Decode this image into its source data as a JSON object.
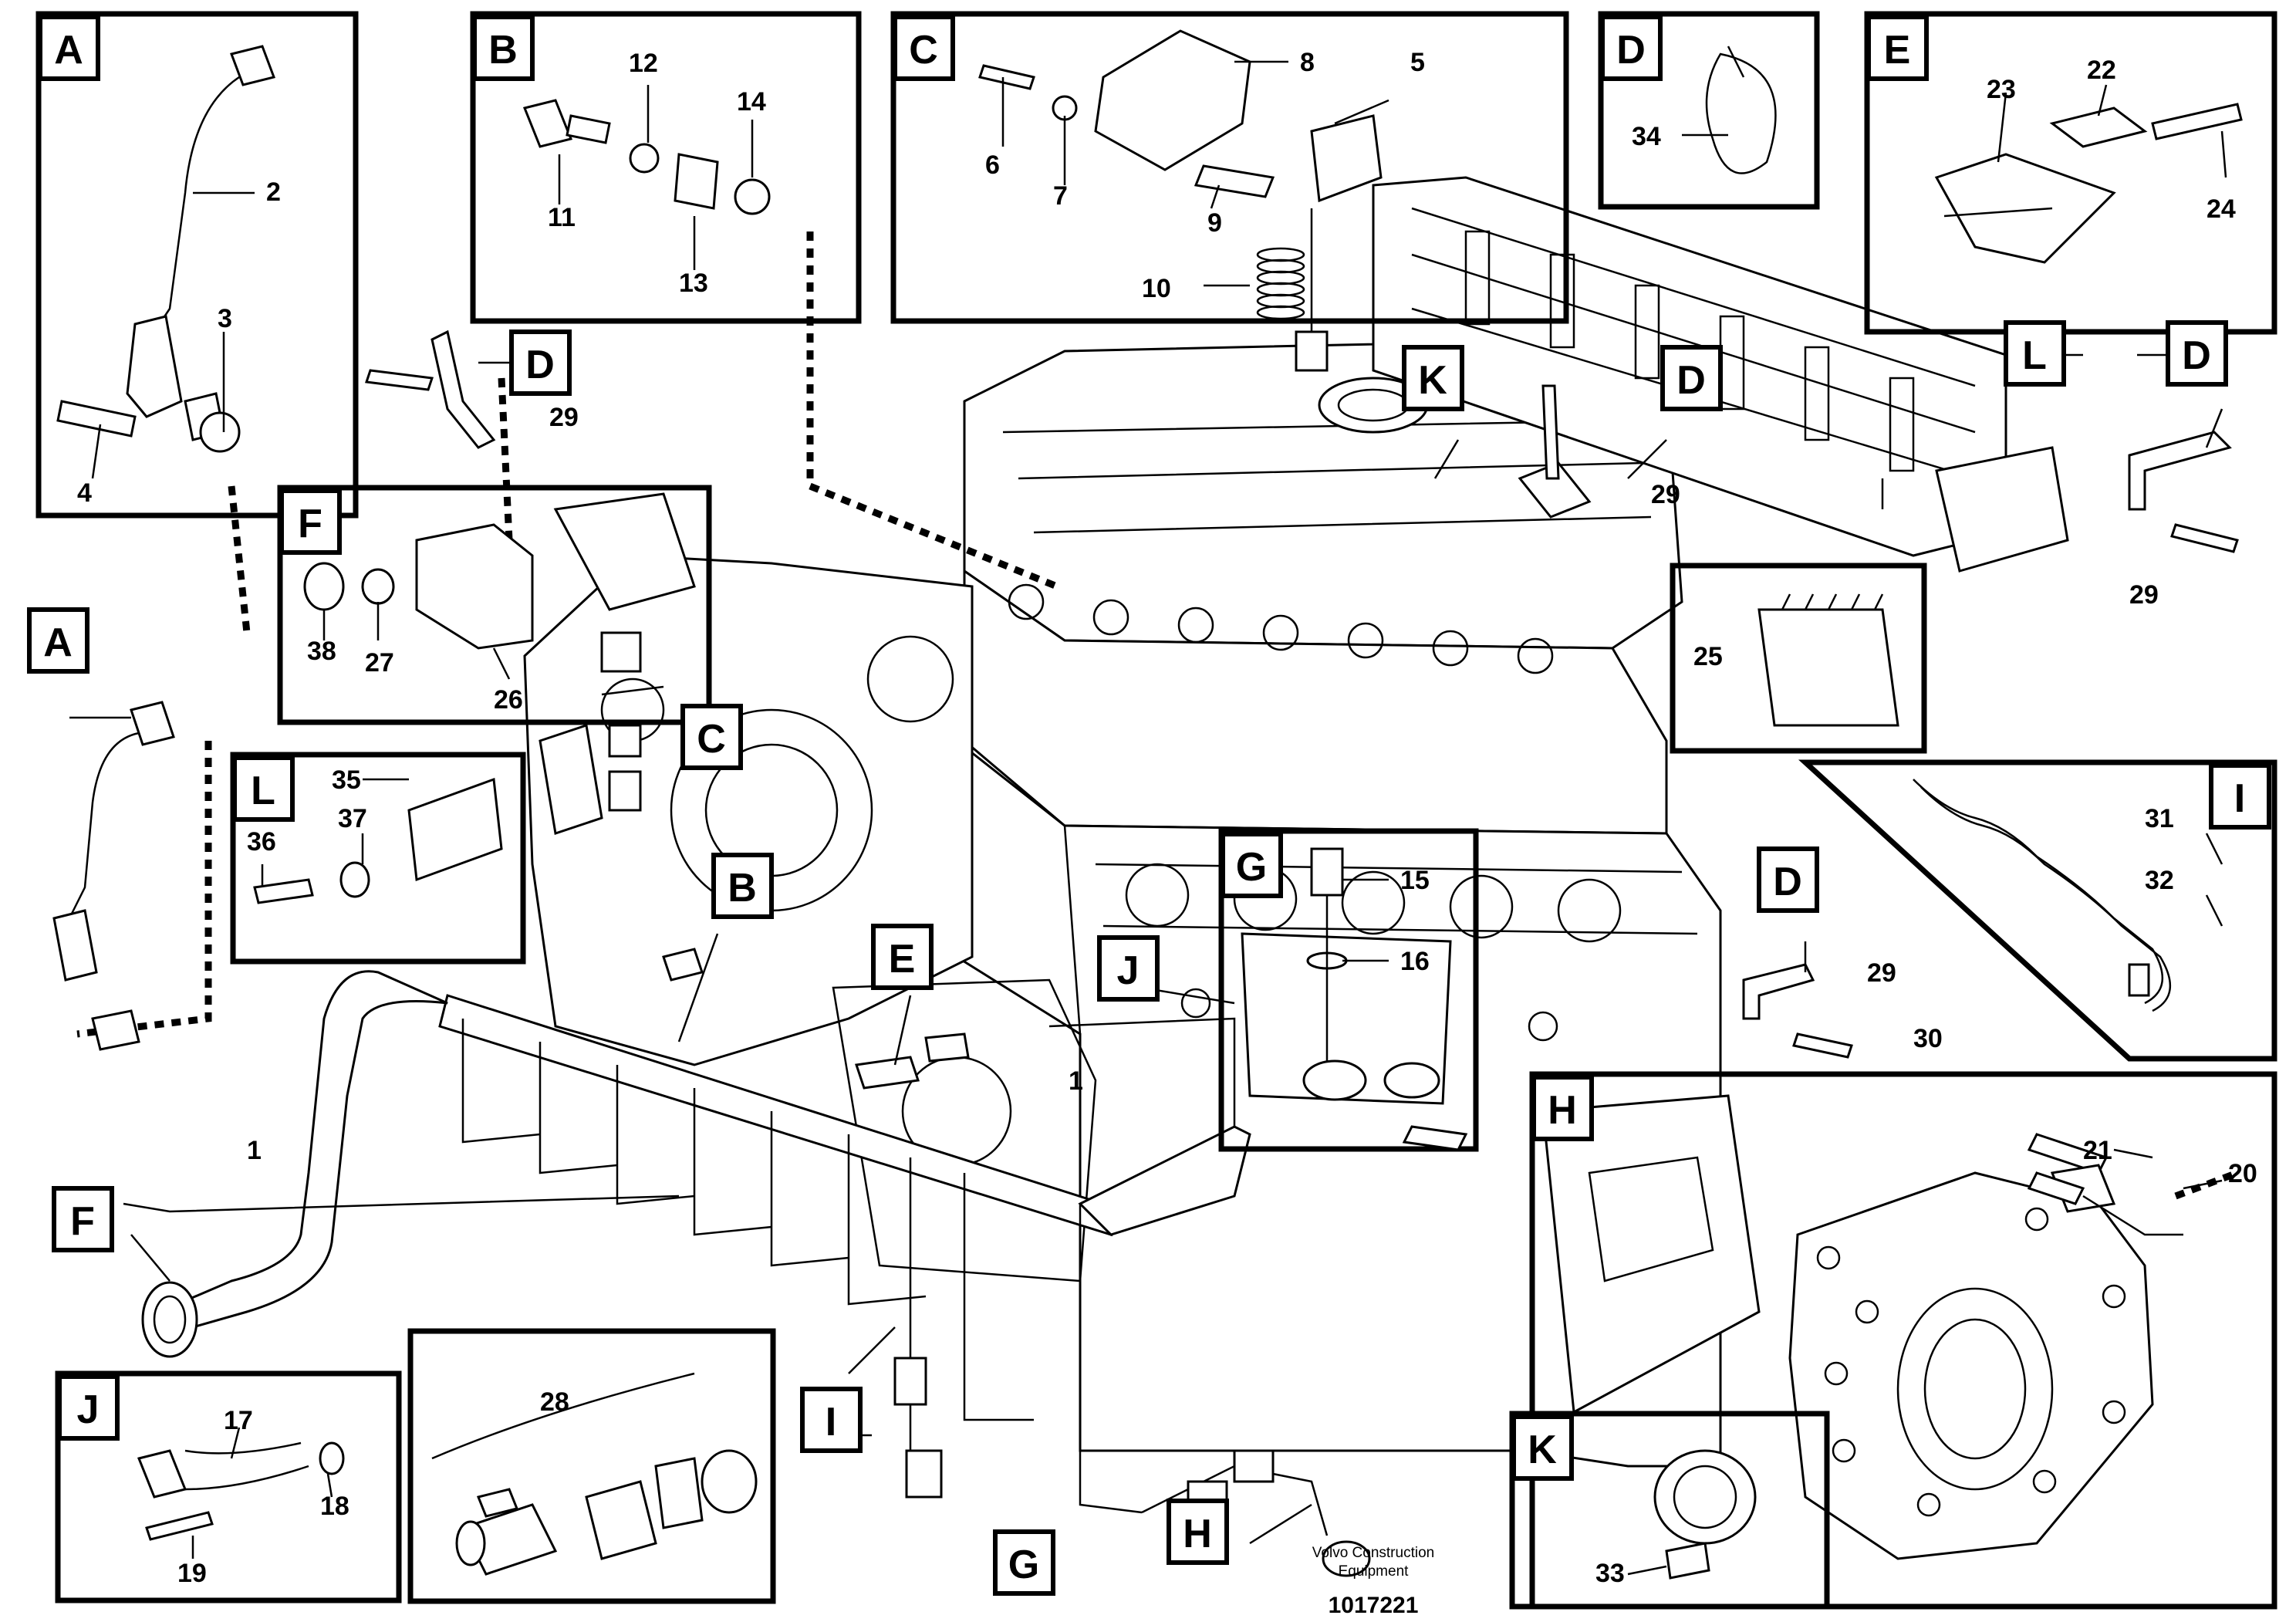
{
  "callouts": {
    "A": "A",
    "B": "B",
    "C": "C",
    "D": "D",
    "E": "E",
    "F": "F",
    "G": "G",
    "H": "H",
    "I": "I",
    "J": "J",
    "K": "K",
    "L": "L"
  },
  "part_numbers": {
    "p1": "1",
    "p2": "2",
    "p3": "3",
    "p4": "4",
    "p5": "5",
    "p6": "6",
    "p7": "7",
    "p8": "8",
    "p9": "9",
    "p10": "10",
    "p11": "11",
    "p12": "12",
    "p13": "13",
    "p14": "14",
    "p15": "15",
    "p16": "16",
    "p17": "17",
    "p18": "18",
    "p19": "19",
    "p20": "20",
    "p21": "21",
    "p22": "22",
    "p23": "23",
    "p24": "24",
    "p25": "25",
    "p26": "26",
    "p27": "27",
    "p28": "28",
    "p29": "29",
    "p30": "30",
    "p31": "31",
    "p32": "32",
    "p33": "33",
    "p34": "34",
    "p35": "35",
    "p36": "36",
    "p37": "37",
    "p38": "38"
  },
  "footer": {
    "brand_line1": "Volvo Construction",
    "brand_line2": "Equipment",
    "drawing_number": "1017221"
  }
}
